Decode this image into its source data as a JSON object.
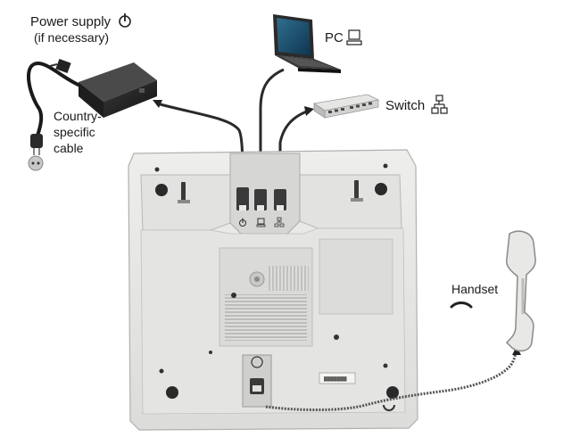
{
  "labels": {
    "power_supply_line1": "Power supply",
    "power_supply_line2": "(if necessary)",
    "country_cable_line1": "Country-",
    "country_cable_line2": "specific",
    "country_cable_line3": "cable",
    "pc": "PC",
    "switch": "Switch",
    "handset": "Handset"
  },
  "device_sticker": "▓▓▓▓▓▓▓"
}
